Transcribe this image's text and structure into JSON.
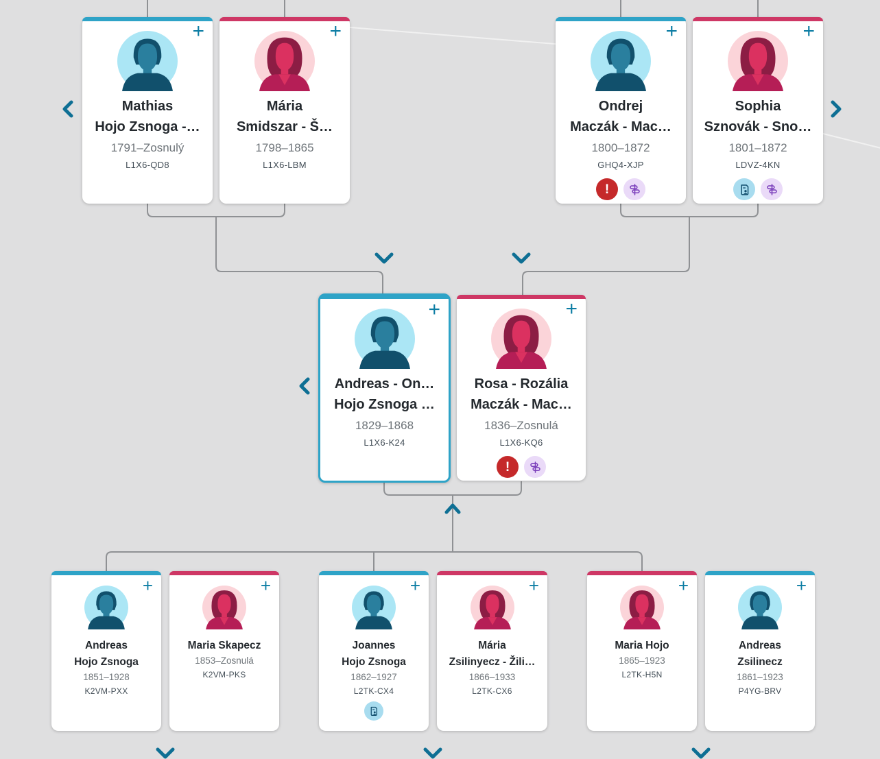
{
  "view": {
    "title": "Family tree pedigree view"
  },
  "icons": {
    "add": "+",
    "alert": "!",
    "record_hint": "document-person-icon",
    "research_help": "signpost-icon",
    "nav_left": "chevron-left",
    "nav_right": "chevron-right",
    "expand_down": "chevron-down",
    "collapse_up": "chevron-up"
  },
  "colors": {
    "background": "#DFDFE0",
    "card_bg": "#FFFFFF",
    "male_accent": "#2EA3C7",
    "female_accent": "#CE3765",
    "selected_border": "#2EA3C7",
    "male_avatar_bg": "#ABE6F5",
    "male_avatar_fg": "#2A7F9E",
    "male_avatar_dark": "#11506C",
    "female_avatar_bg": "#FBD4D9",
    "female_avatar_fg": "#DB3160",
    "female_avatar_dark": "#8C1D44",
    "connector": "#8F9194",
    "arrow": "#0E6F94",
    "plus": "#0C7DA4",
    "alert_badge": "#C5292A",
    "record_badge_bg": "#A8DCEF",
    "record_badge_fg": "#114D6D",
    "research_badge_bg": "#EADAF8",
    "research_badge_fg": "#7B3FBB",
    "name_text": "#24292E",
    "lifespan_text": "#6E7479",
    "pid_text": "#434E57"
  },
  "people": [
    {
      "name_lines": [
        "Mathias",
        "Hojo Zsnoga -…"
      ],
      "lifespan": "1791–Zosnulý",
      "pid": "L1X6-QD8",
      "sex": "male",
      "badges": []
    },
    {
      "name_lines": [
        "Mária",
        "Smidszar - Š…"
      ],
      "lifespan": "1798–1865",
      "pid": "L1X6-LBM",
      "sex": "female",
      "badges": []
    },
    {
      "name_lines": [
        "Ondrej",
        "Maczák - Mac…"
      ],
      "lifespan": "1800–1872",
      "pid": "GHQ4-XJP",
      "sex": "male",
      "badges": [
        "alert",
        "research_help"
      ]
    },
    {
      "name_lines": [
        "Sophia",
        "Sznovák - Sno…"
      ],
      "lifespan": "1801–1872",
      "pid": "LDVZ-4KN",
      "sex": "female",
      "badges": [
        "record_hint",
        "research_help"
      ]
    },
    {
      "name_lines": [
        "Andreas - On…",
        "Hojo Zsnoga …"
      ],
      "lifespan": "1829–1868",
      "pid": "L1X6-K24",
      "sex": "male",
      "badges": [],
      "selected": true
    },
    {
      "name_lines": [
        "Rosa - Rozália",
        "Maczák - Mac…"
      ],
      "lifespan": "1836–Zosnulá",
      "pid": "L1X6-KQ6",
      "sex": "female",
      "badges": [
        "alert",
        "research_help"
      ]
    },
    {
      "name_lines": [
        "Andreas",
        "Hojo Zsnoga"
      ],
      "lifespan": "1851–1928",
      "pid": "K2VM-PXX",
      "sex": "male",
      "badges": []
    },
    {
      "name_lines": [
        "Maria Skapecz"
      ],
      "lifespan": "1853–Zosnulá",
      "pid": "K2VM-PKS",
      "sex": "female",
      "badges": []
    },
    {
      "name_lines": [
        "Joannes",
        "Hojo Zsnoga"
      ],
      "lifespan": "1862–1927",
      "pid": "L2TK-CX4",
      "sex": "male",
      "badges": [
        "record_hint"
      ]
    },
    {
      "name_lines": [
        "Mária",
        "Zsilinyecz - Žili…"
      ],
      "lifespan": "1866–1933",
      "pid": "L2TK-CX6",
      "sex": "female",
      "badges": []
    },
    {
      "name_lines": [
        "Maria Hojo"
      ],
      "lifespan": "1865–1923",
      "pid": "L2TK-H5N",
      "sex": "female",
      "badges": []
    },
    {
      "name_lines": [
        "Andreas",
        "Zsilinecz"
      ],
      "lifespan": "1861–1923",
      "pid": "P4YG-BRV",
      "sex": "male",
      "badges": []
    }
  ]
}
